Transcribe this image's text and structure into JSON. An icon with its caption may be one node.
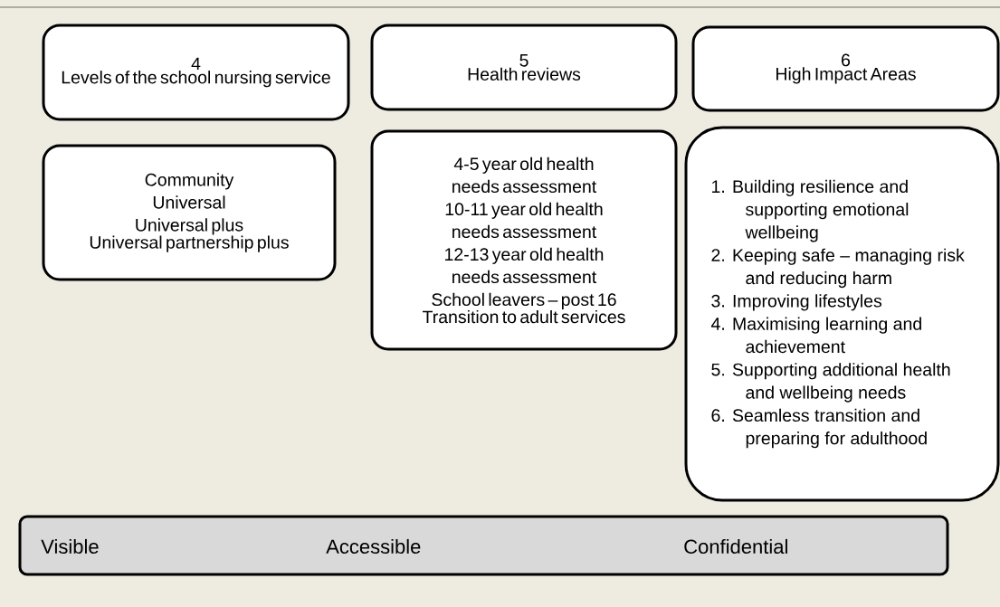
{
  "diagram": {
    "nodes": [
      {
        "text": [
          "4",
          "Levels of the school nursing service"
        ]
      },
      {
        "text": [
          "Community",
          "Universal",
          "Universal plus",
          "Universal partnership plus"
        ]
      },
      {
        "text": [
          "5",
          "Health reviews"
        ]
      },
      {
        "text": [
          "4-5 year old health needs assessment",
          "10-11 year old health needs assessment",
          "12-13 year old health needs assessment",
          "School leavers – post 16",
          "Transition to adult services"
        ]
      },
      {
        "text": [
          "6",
          "High Impact Areas"
        ]
      },
      {
        "text": [
          "1. Building resilience and supporting emotional wellbeing",
          "2. Keeping safe – managing risk and reducing harm",
          "3. Improving lifestyles",
          "4. Maximising learning and achievement",
          "5. Supporting additional health and wellbeing needs",
          "6. Seamless transition and preparing for adulthood"
        ]
      },
      {
        "text": [
          "Visible",
          "Accessible",
          "Confidential"
        ]
      }
    ]
  }
}
